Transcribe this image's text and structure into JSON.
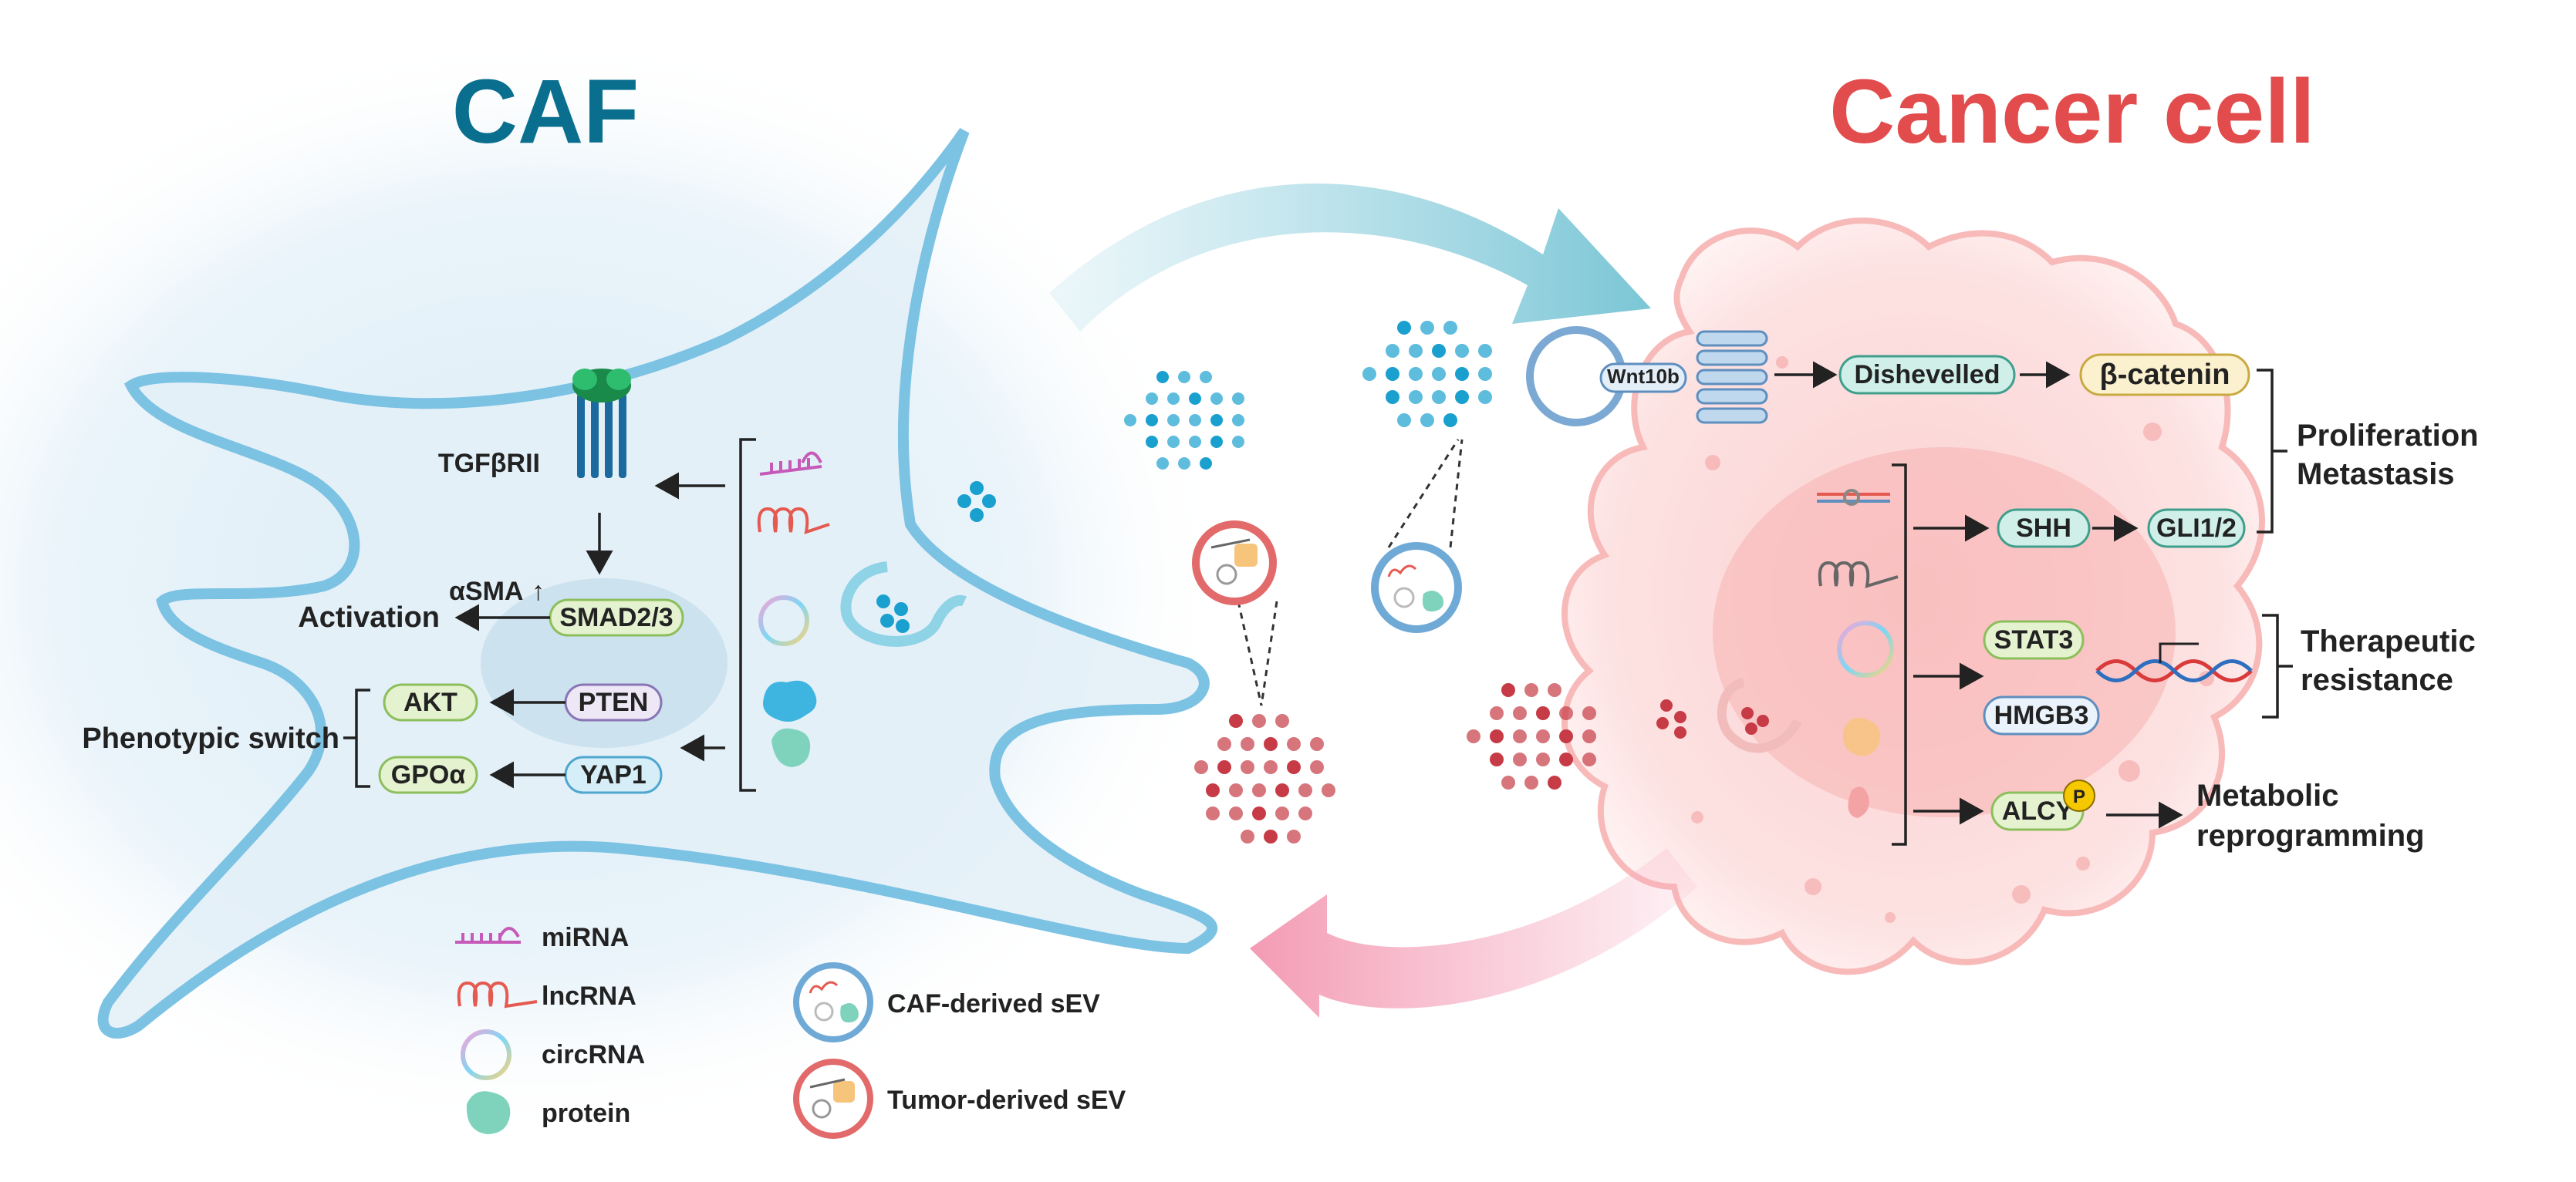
{
  "titles": {
    "caf": "CAF",
    "cancer": "Cancer cell"
  },
  "caf": {
    "receptor": "TGFβRII",
    "alpha_sma": "αSMA",
    "activation": "Activation",
    "phenotypic_switch": "Phenotypic switch",
    "nodes": {
      "smad": "SMAD2/3",
      "pten": "PTEN",
      "akt": "AKT",
      "yap1": "YAP1",
      "gpo": "GPOα"
    }
  },
  "cancer": {
    "wnt": "Wnt10b",
    "nodes": {
      "dishevelled": "Dishevelled",
      "bcatenin": "β-catenin",
      "shh": "SHH",
      "gli": "GLI1/2",
      "stat3": "STAT3",
      "hmgb3": "HMGB3",
      "alcy": "ALCY",
      "p": "P"
    },
    "outcomes": {
      "prolif1": "Proliferation",
      "prolif2": "Metastasis",
      "ther1": "Therapeutic",
      "ther2": "resistance",
      "meta1": "Metabolic",
      "meta2": "reprogramming"
    }
  },
  "legend": {
    "mirna": "miRNA",
    "lncrna": "lncRNA",
    "circrna": "circRNA",
    "protein": "protein",
    "caf_sev": "CAF-derived sEV",
    "tumor_sev": "Tumor-derived sEV"
  },
  "colors": {
    "caf_title": "#0a6f8f",
    "cancer_title": "#e24c4c",
    "caf_membrane": "#7cc2e3",
    "cancer_fill": "#fcd3d3",
    "blue_dot": "#1aa0cf",
    "red_dot": "#c63b45"
  }
}
